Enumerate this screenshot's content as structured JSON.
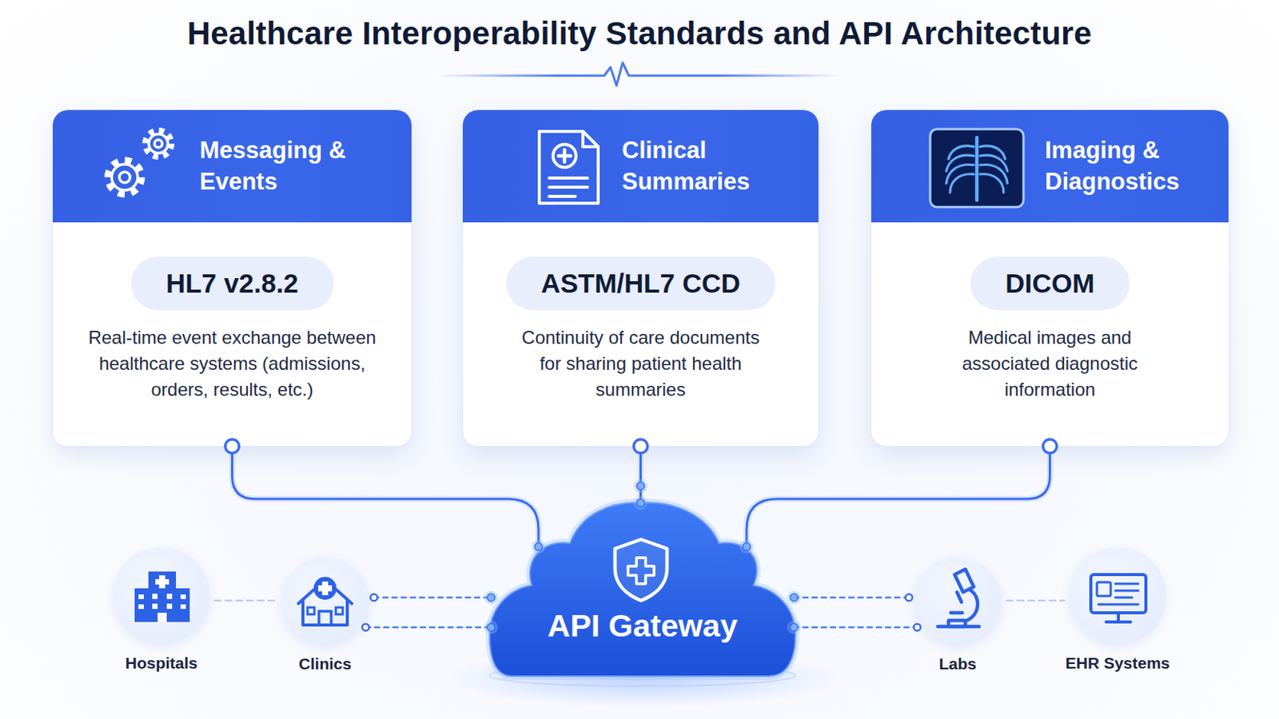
{
  "diagram": {
    "title": "Healthcare Interoperability Standards and API Architecture",
    "nodes": [
      {
        "text": [
          "Messaging & Events",
          "Real-time event exchange between healthcare systems (admissions, orders, results, etc.)"
        ]
      },
      {
        "text": [
          "HL7 v2.8.2"
        ],
        "in": 0
      },
      {
        "text": [
          "Clinical Summaries",
          "Continuity of care documents for sharing patient health summaries"
        ]
      },
      {
        "text": [
          "ASTM/HL7 CCD"
        ],
        "in": 2
      },
      {
        "text": [
          "Imaging & Diagnostics",
          "Medical images and associated diagnostic information"
        ]
      },
      {
        "text": [
          "DICOM"
        ],
        "in": 4
      },
      {
        "text": [
          "Hospitals"
        ]
      },
      {
        "text": [
          "Clinics"
        ]
      },
      {
        "text": [
          "API Gateway"
        ]
      },
      {
        "text": [
          "Labs"
        ]
      },
      {
        "text": [
          "EHR Systems"
        ]
      }
    ],
    "edges": [
      {
        "from": 0,
        "to": 8,
        "arrow": "none"
      },
      {
        "from": 2,
        "to": 8,
        "arrow": "none"
      },
      {
        "from": 4,
        "to": 8,
        "arrow": "none"
      },
      {
        "from": 6,
        "to": 7,
        "arrow": "none"
      },
      {
        "from": 7,
        "to": 8,
        "arrow": "none"
      },
      {
        "from": 7,
        "to": 8,
        "arrow": "none"
      },
      {
        "from": 8,
        "to": 9,
        "arrow": "none"
      },
      {
        "from": 8,
        "to": 9,
        "arrow": "none"
      },
      {
        "from": 9,
        "to": 10,
        "arrow": "none"
      }
    ]
  }
}
